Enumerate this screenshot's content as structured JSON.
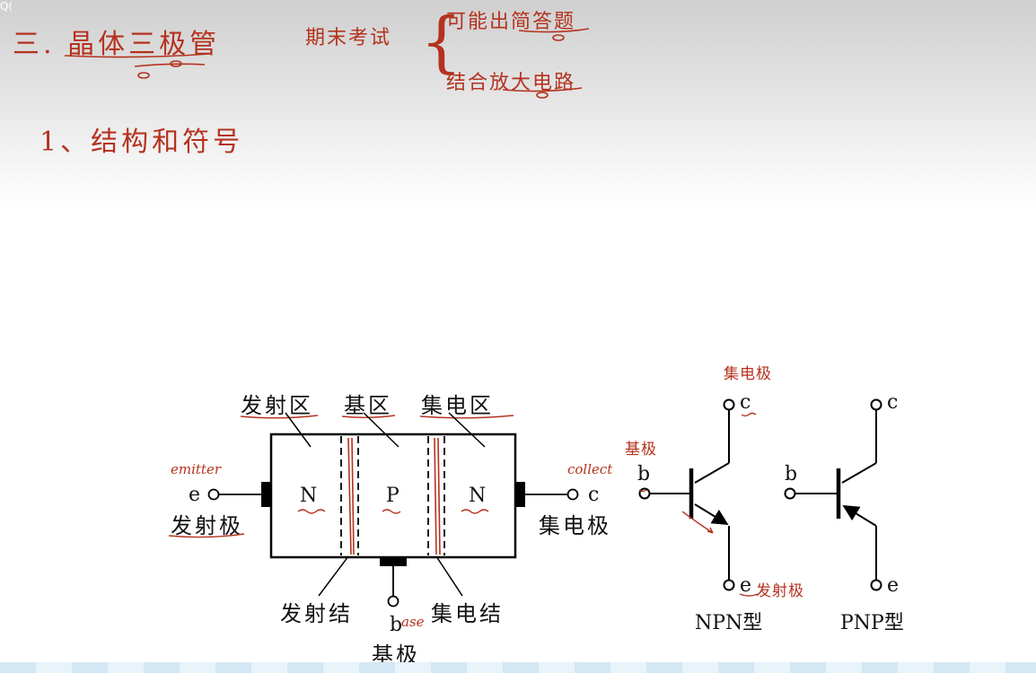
{
  "corner_mark": "Q(",
  "notes": {
    "section_title": "三. 晶体三极管",
    "exam_label": "期末考试",
    "exam_item_1": "可能出简答题",
    "exam_item_2": "结合放大电路",
    "subsection": "1、结构和符号"
  },
  "structure": {
    "emitter_region": "发射区",
    "base_region": "基区",
    "collector_region": "集电区",
    "n_left": "N",
    "p_mid": "P",
    "n_right": "N",
    "e_terminal": "e",
    "c_terminal": "c",
    "b_terminal": "b",
    "emitter_electrode": "发射极",
    "collector_electrode": "集电极",
    "emitter_junction": "发射结",
    "collector_junction": "集电结",
    "base_electrode": "基极"
  },
  "annotations": {
    "emitter": "emitter",
    "collector": "collect",
    "base": "ase",
    "npn_collector_note": "集电极",
    "npn_base_note": "基极",
    "npn_emitter_note": "发射极"
  },
  "symbols": {
    "npn": {
      "b": "b",
      "c": "c",
      "e": "e",
      "caption": "NPN型"
    },
    "pnp": {
      "b": "b",
      "c": "c",
      "e": "e",
      "caption": "PNP型"
    }
  }
}
